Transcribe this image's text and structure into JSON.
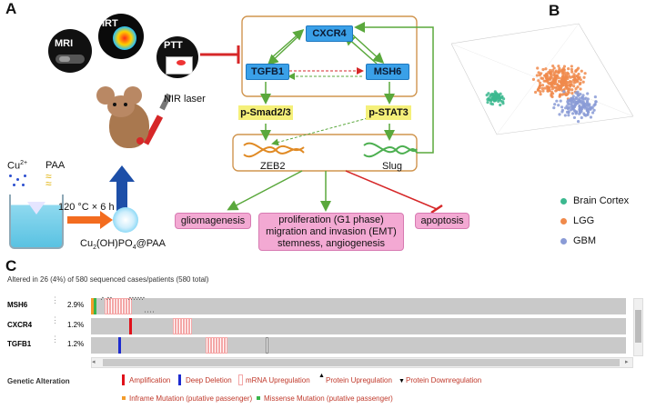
{
  "panels": {
    "a": "A",
    "b": "B",
    "c": "C"
  },
  "imaging": {
    "mri": "MRI",
    "irt": "IRT",
    "ptt": "PTT"
  },
  "laser_label": "NIR laser",
  "synthesis": {
    "cu_label": "Cu",
    "cu_sup": "2+",
    "paa_label": "PAA",
    "condition": "120 °C × 6 h",
    "product_a": "Cu",
    "product_b": "2",
    "product_c": "(OH)PO",
    "product_d": "4",
    "product_e": "@PAA"
  },
  "pathway": {
    "cxcr4": "CXCR4",
    "tgfb1": "TGFB1",
    "msh6": "MSH6",
    "psmad": "p-Smad2/3",
    "pstat3": "p-STAT3",
    "zeb2": "ZEB2",
    "slug": "Slug",
    "gliomagenesis": "gliomagenesis",
    "prolif_1": "proliferation (G1 phase)",
    "prolif_2": "migration and invasion (EMT)",
    "prolif_3": "stemness, angiogenesis",
    "apoptosis": "apoptosis"
  },
  "scatter_legend": [
    {
      "name": "Brain Cortex",
      "color": "#3cb88f"
    },
    {
      "name": "LGG",
      "color": "#f08a4b"
    },
    {
      "name": "GBM",
      "color": "#8a9bd6"
    }
  ],
  "oncoprint": {
    "header": "Altered in 26 (4%) of 580 sequenced cases/patients (580 total)",
    "rows": [
      {
        "gene": "MSH6",
        "pct": "2.9%"
      },
      {
        "gene": "CXCR4",
        "pct": "1.2%"
      },
      {
        "gene": "TGFB1",
        "pct": "1.2%"
      }
    ],
    "legend_title": "Genetic Alteration",
    "legend": {
      "amplification": "Amplification",
      "deep_deletion": "Deep Deletion",
      "mrna_up": "mRNA Upregulation",
      "protein_up": "Protein Upregulation",
      "protein_down": "Protein Downregulation",
      "inframe": "Inframe Mutation (putative passenger)",
      "missense": "Missense Mutation (putative passenger)"
    }
  },
  "colors": {
    "amplification": "#e0101a",
    "deep_deletion": "#1d2bd0",
    "mrna": "#f4a7a7",
    "inframe": "#f39c2b",
    "missense": "#39b54a",
    "arrow_green": "#5aa83c",
    "arrow_red": "#d62728"
  }
}
